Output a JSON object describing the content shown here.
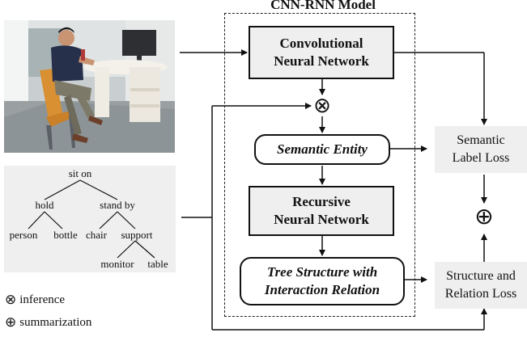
{
  "model_title": "CNN-RNN Model",
  "nodes": {
    "cnn": [
      "Convolutional",
      "Neural Network"
    ],
    "semantic_entity": "Semantic Entity",
    "rnn": [
      "Recursive",
      "Neural Network"
    ],
    "tree_structure": [
      "Tree Structure with",
      "Interaction Relation"
    ]
  },
  "losses": {
    "semantic": [
      "Semantic",
      "Label Loss"
    ],
    "structure": [
      "Structure and",
      "Relation Loss"
    ]
  },
  "tree": {
    "root": "sit on",
    "hold": "hold",
    "stand_by": "stand by",
    "person": "person",
    "bottle": "bottle",
    "chair": "chair",
    "support": "support",
    "monitor": "monitor",
    "table": "table"
  },
  "legend": {
    "inference_symbol": "⊗",
    "inference": "inference",
    "summarization_symbol": "⊕",
    "summarization": "summarization"
  },
  "operators": {
    "inference_symbol": "⊗",
    "summarization_symbol": "⊕"
  }
}
